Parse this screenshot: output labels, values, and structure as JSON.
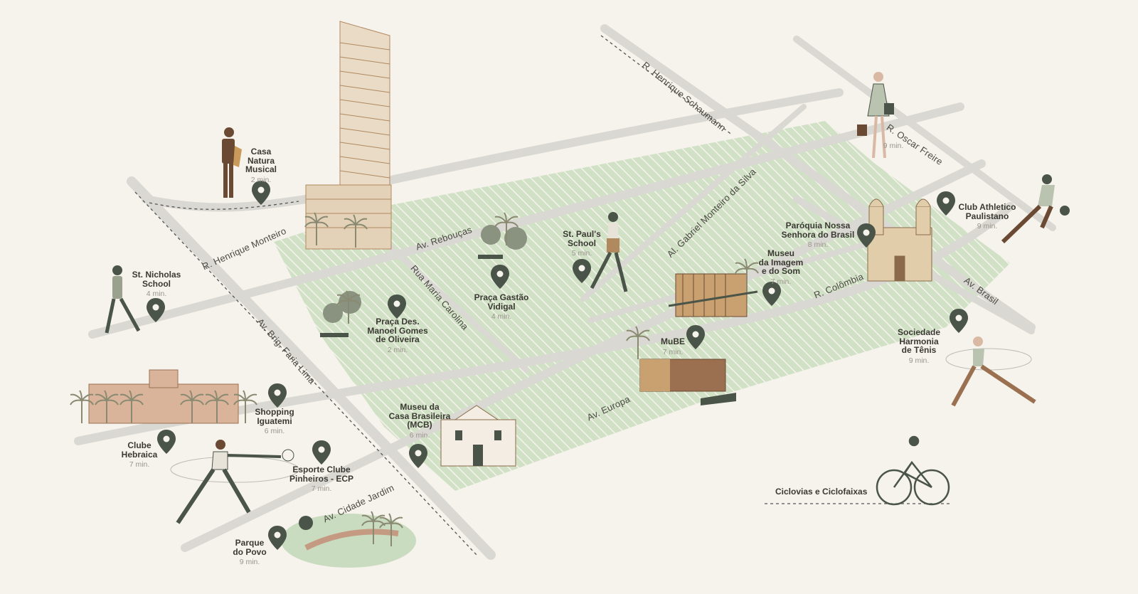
{
  "colors": {
    "background": "#f6f2ec",
    "zone": "#c9dcbf",
    "street": "#d6d6d2",
    "pin": "#4a5448",
    "tan": "#b0895f",
    "brown": "#6b4a34"
  },
  "streets": [
    {
      "label": "R. Henrique Schaumann"
    },
    {
      "label": "R. Oscar Freire"
    },
    {
      "label": "R. Henrique Monteiro"
    },
    {
      "label": "Av. Rebouças"
    },
    {
      "label": "Rua Maria Carolina"
    },
    {
      "label": "Al. Gabriel Monteiro da Silva"
    },
    {
      "label": "R. Colômbia"
    },
    {
      "label": "Av. Brasil"
    },
    {
      "label": "Av. Brig. Faria Lima"
    },
    {
      "label": "Av. Europa"
    },
    {
      "label": "Av. Cidade Jardim"
    }
  ],
  "pois": [
    {
      "name": "Casa\nNatura\nMusical",
      "time": "2 min."
    },
    {
      "name": "St. Nicholas\nSchool",
      "time": "4 min."
    },
    {
      "name": "Praça Des.\nManoel Gomes\nde Oliveira",
      "time": "2 min."
    },
    {
      "name": "Praça Gastão\nVidigal",
      "time": "4 min."
    },
    {
      "name": "St. Paul's\nSchool",
      "time": "5 min."
    },
    {
      "name": "Museu\nda Imagem\ne do Som",
      "time": "7 min."
    },
    {
      "name": "Paróquia Nossa\nSenhora do Brasil",
      "time": "8 min."
    },
    {
      "name": "Club Athletico\nPaulistano",
      "time": "9 min."
    },
    {
      "name": "",
      "time": "9 min."
    },
    {
      "name": "MuBE",
      "time": "7 min."
    },
    {
      "name": "Sociedade\nHarmonia\nde Tênis",
      "time": "9 min."
    },
    {
      "name": "Shopping\nIguatemi",
      "time": "6 min."
    },
    {
      "name": "Clube\nHebraica",
      "time": "7 min."
    },
    {
      "name": "Esporte Clube\nPinheiros - ECP",
      "time": "7 min."
    },
    {
      "name": "Museu da\nCasa Brasileira\n(MCB)",
      "time": "6 min."
    },
    {
      "name": "Parque\ndo Povo",
      "time": "9 min."
    }
  ],
  "legend": {
    "label": "Ciclovias e Ciclofaixas"
  }
}
